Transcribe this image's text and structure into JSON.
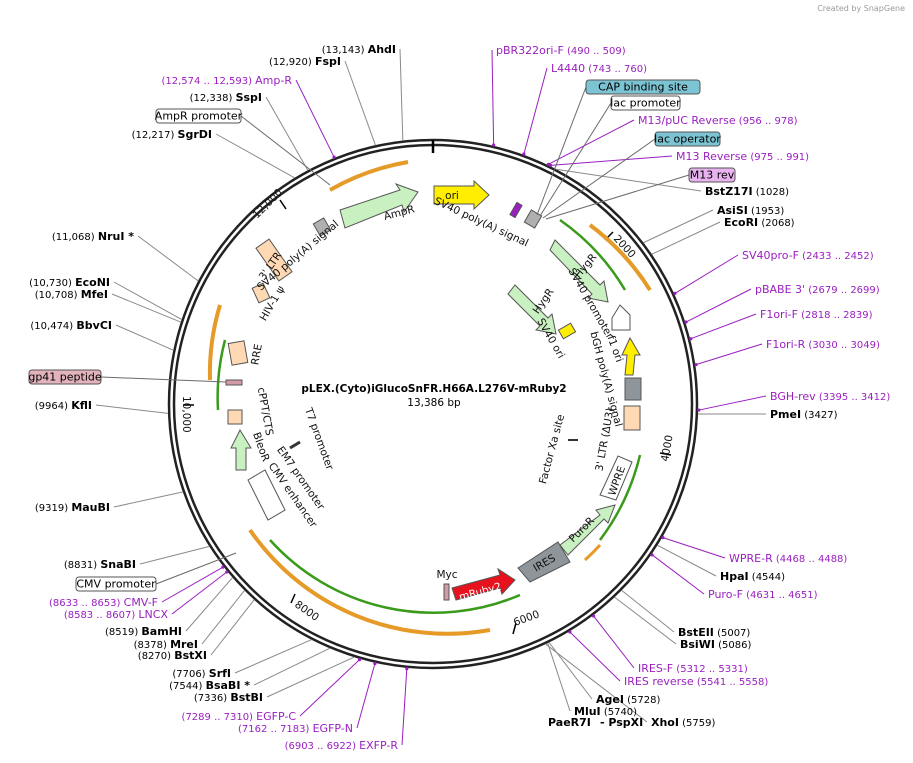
{
  "credit": "Created by SnapGene",
  "plasmid": {
    "name": "pLEX.(Cyto)iGlucoSnFR.H66A.L276V-mRuby2",
    "size_label": "13,386 bp",
    "length": 13386
  },
  "ticks": [
    {
      "pos": 2000,
      "label": "2000"
    },
    {
      "pos": 4000,
      "label": "4000"
    },
    {
      "pos": 6000,
      "label": "6000"
    },
    {
      "pos": 8000,
      "label": "8000"
    },
    {
      "pos": 10000,
      "label": "10,000"
    },
    {
      "pos": 12000,
      "label": "12,000"
    }
  ],
  "colors": {
    "primer": "#9a1fbf",
    "enzyme": "#000000",
    "cds": "#c8f0c0",
    "promoter": "#ffffff",
    "ori": "#ffee00",
    "misc": "#ffd9b3",
    "orf": "#e69a27",
    "orf_inner": "#3a9a1a",
    "ires": "#8e969c",
    "mruby": "#e8121e",
    "protein_bind": "#7cc4d4",
    "polyA": "#b0b0b0"
  },
  "enzyme_labels": [
    {
      "name": "AhdI",
      "pos_label": "(13,143)"
    },
    {
      "name": "FspI",
      "pos_label": "(12,920)"
    },
    {
      "name": "SspI",
      "pos_label": "(12,338)"
    },
    {
      "name": "SgrDI",
      "pos_label": "(12,217)"
    },
    {
      "name": "NruI *",
      "pos_label": "(11,068)"
    },
    {
      "name": "EcoNI",
      "pos_label": "(10,730)"
    },
    {
      "name": "MfeI",
      "pos_label": "(10,708)"
    },
    {
      "name": "BbvCI",
      "pos_label": "(10,474)"
    },
    {
      "name": "KflI",
      "pos_label": "(9964)"
    },
    {
      "name": "MauBI",
      "pos_label": "(9319)"
    },
    {
      "name": "SnaBI",
      "pos_label": "(8831)"
    },
    {
      "name": "BamHI",
      "pos_label": "(8519)"
    },
    {
      "name": "MreI",
      "pos_label": "(8378)"
    },
    {
      "name": "BstXI",
      "pos_label": "(8270)"
    },
    {
      "name": "SrfI",
      "pos_label": "(7706)"
    },
    {
      "name": "BsaBI *",
      "pos_label": "(7544)"
    },
    {
      "name": "BstBI",
      "pos_label": "(7336)"
    },
    {
      "name": "BstZ17I",
      "pos_label": "(1028)"
    },
    {
      "name": "AsiSI",
      "pos_label": "(1953)"
    },
    {
      "name": "EcoRI",
      "pos_label": "(2068)"
    },
    {
      "name": "PmeI",
      "pos_label": "(3427)"
    },
    {
      "name": "HpaI",
      "pos_label": "(4544)"
    },
    {
      "name": "BstEII",
      "pos_label": "(5007)"
    },
    {
      "name": "BsiWI",
      "pos_label": "(5086)"
    },
    {
      "name": "AgeI",
      "pos_label": "(5728)"
    },
    {
      "name": "MluI",
      "pos_label": "(5740)"
    },
    {
      "name": "XhoI",
      "pos_label": "(5759)"
    },
    {
      "name": "PaeR7I",
      "pos_label": ""
    },
    {
      "name": "- PspXI",
      "pos_label": ""
    }
  ],
  "primer_labels": [
    {
      "name": "Amp-R",
      "range": "(12,574 .. 12,593)"
    },
    {
      "name": "pBR322ori-F",
      "range": "(490 .. 509)"
    },
    {
      "name": "L4440",
      "range": "(743 .. 760)"
    },
    {
      "name": "M13/pUC Reverse",
      "range": "(956 .. 978)"
    },
    {
      "name": "M13 Reverse",
      "range": "(975 .. 991)"
    },
    {
      "name": "SV40pro-F",
      "range": "(2433 .. 2452)"
    },
    {
      "name": "pBABE 3'",
      "range": "(2679 .. 2699)"
    },
    {
      "name": "F1ori-F",
      "range": "(2818 .. 2839)"
    },
    {
      "name": "F1ori-R",
      "range": "(3030 .. 3049)"
    },
    {
      "name": "BGH-rev",
      "range": "(3395 .. 3412)"
    },
    {
      "name": "WPRE-R",
      "range": "(4468 .. 4488)"
    },
    {
      "name": "Puro-F",
      "range": "(4631 .. 4651)"
    },
    {
      "name": "IRES-F",
      "range": "(5312 .. 5331)"
    },
    {
      "name": "IRES reverse",
      "range": "(5541 .. 5558)"
    },
    {
      "name": "EXFP-R",
      "range": "(6903 .. 6922)"
    },
    {
      "name": "EGFP-N",
      "range": "(7162 .. 7183)"
    },
    {
      "name": "EGFP-C",
      "range": "(7289 .. 7310)"
    },
    {
      "name": "LNCX",
      "range": "(8583 .. 8607)"
    },
    {
      "name": "CMV-F",
      "range": "(8633 .. 8653)"
    }
  ],
  "boxed_labels": [
    {
      "name": "CAP binding site",
      "kind": "protein_bind"
    },
    {
      "name": "lac promoter",
      "kind": "promoter"
    },
    {
      "name": "lac operator",
      "kind": "protein_bind"
    },
    {
      "name": "M13 rev",
      "kind": "primer_bind"
    },
    {
      "name": "AmpR promoter",
      "kind": "promoter"
    },
    {
      "name": "gp41 peptide",
      "kind": "misc"
    },
    {
      "name": "CMV promoter",
      "kind": "promoter"
    }
  ],
  "features": [
    {
      "name": "ori"
    },
    {
      "name": "SV40 poly(A) signal"
    },
    {
      "name": "AmpR"
    },
    {
      "name": "SV40 poly(A) signal"
    },
    {
      "name": "3' LTR"
    },
    {
      "name": "HIV-1 ψ"
    },
    {
      "name": "RRE"
    },
    {
      "name": "cPPT/CTS"
    },
    {
      "name": "BleoR"
    },
    {
      "name": "EM7 promoter"
    },
    {
      "name": "CMV enhancer"
    },
    {
      "name": "T7 promoter"
    },
    {
      "name": "HygR"
    },
    {
      "name": "SV40 promoter"
    },
    {
      "name": "HygR"
    },
    {
      "name": "SV40 ori"
    },
    {
      "name": "f1 ori"
    },
    {
      "name": "bGH poly(A) signal"
    },
    {
      "name": "3' LTR (ΔU3)"
    },
    {
      "name": "Factor Xa site"
    },
    {
      "name": "WPRE"
    },
    {
      "name": "PuroR"
    },
    {
      "name": "IRES"
    },
    {
      "name": "mRuby2"
    },
    {
      "name": "Myc"
    }
  ]
}
